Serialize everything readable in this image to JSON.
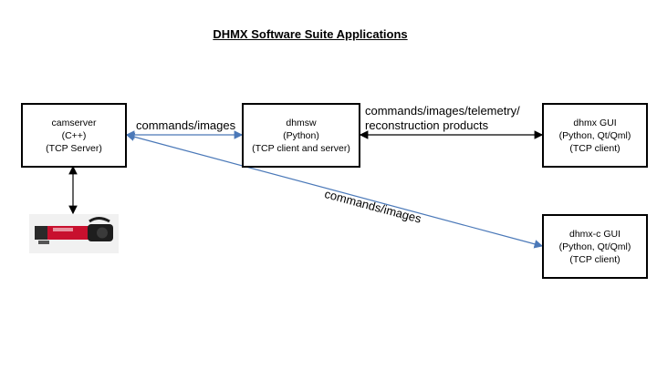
{
  "title": "DHMX Software Suite Applications",
  "nodes": {
    "camserver": {
      "lines": [
        "camserver",
        "(C++)",
        "(TCP Server)"
      ]
    },
    "dhmsw": {
      "lines": [
        "dhmsw",
        "(Python)",
        "(TCP client and server)"
      ]
    },
    "dhmx_gui": {
      "lines": [
        "dhmx GUI",
        "(Python, Qt/Qml)",
        "(TCP client)"
      ]
    },
    "dhmxc_gui": {
      "lines": [
        "dhmx-c GUI",
        "(Python, Qt/Qml)",
        "(TCP client)"
      ]
    }
  },
  "edges": {
    "camserver_dhmsw": "commands/images",
    "dhmsw_gui_line1": "commands/images/telemetry/",
    "dhmsw_gui_line2": "reconstruction products",
    "camserver_dhmxc": "commands/images"
  },
  "colors": {
    "blue_edge": "#4a78b8",
    "black_edge": "#000000",
    "camera_red": "#c8102e"
  },
  "icons": {
    "camera": "camera-icon"
  }
}
